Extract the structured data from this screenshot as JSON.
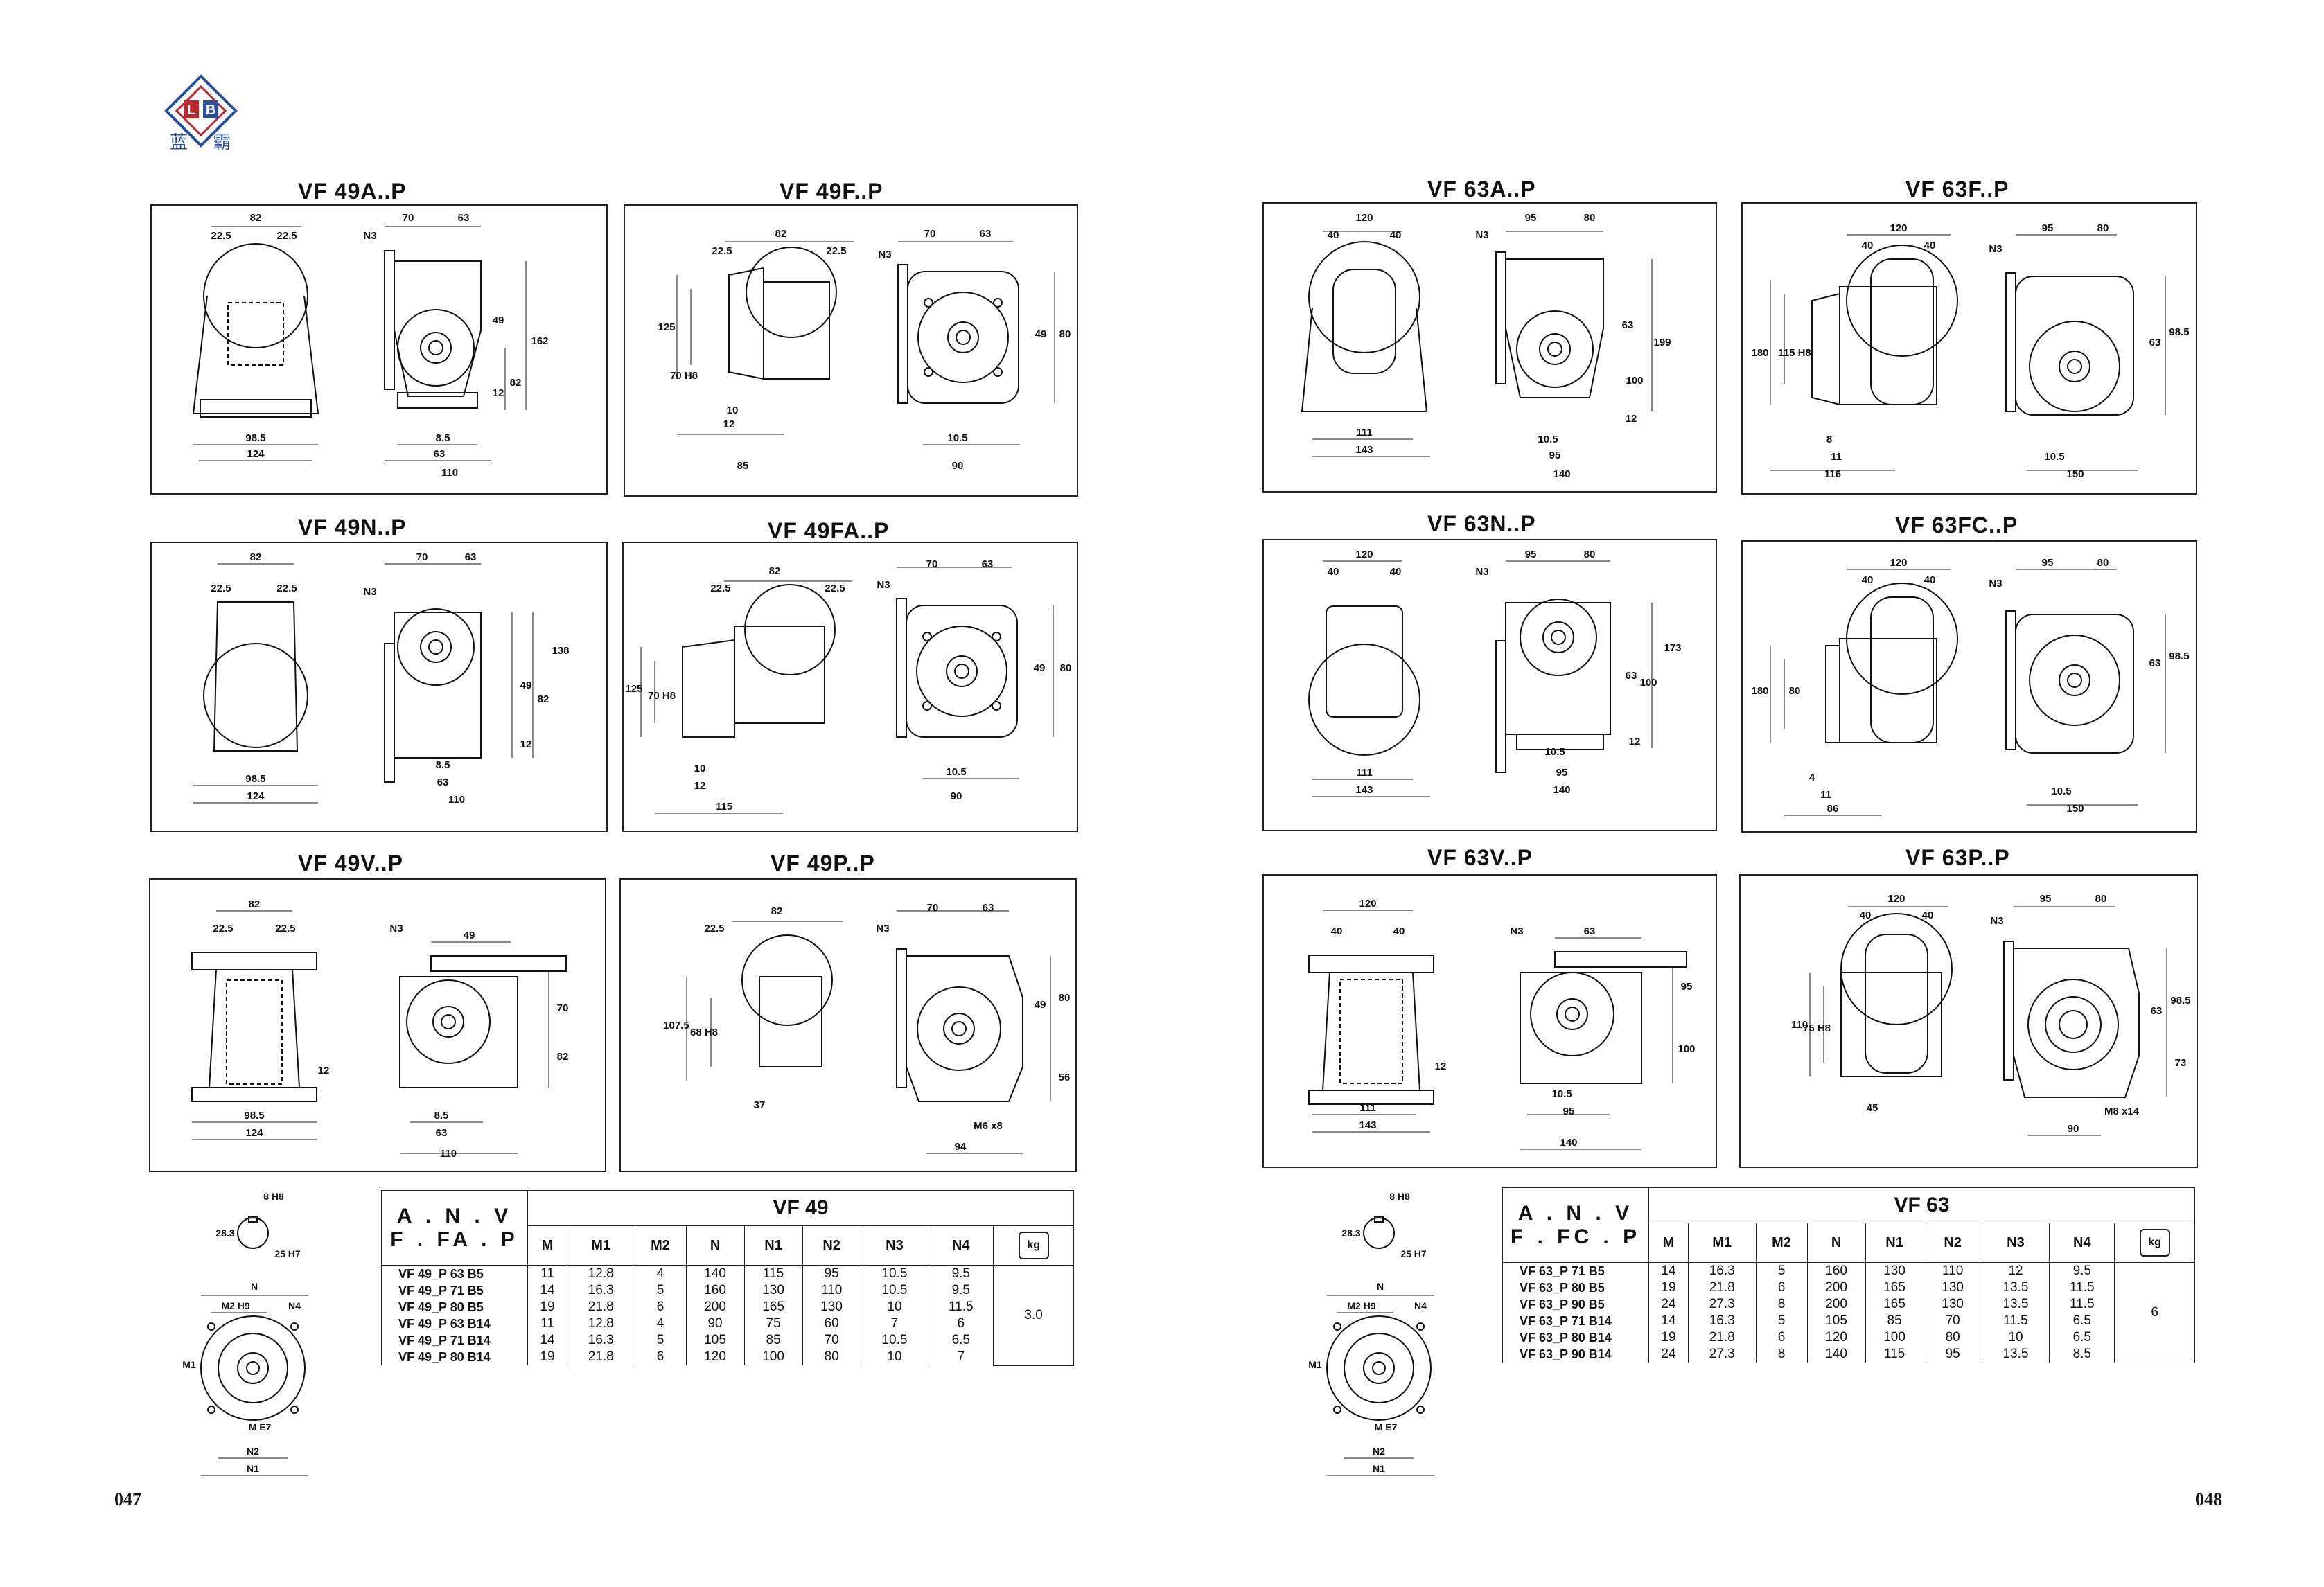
{
  "brand": {
    "logo_text": "蓝 霸",
    "logo_letters": "L B"
  },
  "left_page": {
    "page_number": "047",
    "views": [
      {
        "title": "VF 49A..P",
        "dims": [
          "82",
          "22.5",
          "22.5",
          "70",
          "63",
          "N3",
          "49",
          "162",
          "12",
          "82",
          "98.5",
          "124",
          "8.5",
          "63",
          "110"
        ]
      },
      {
        "title": "VF 49F..P",
        "dims": [
          "22.5",
          "82",
          "22.5",
          "N3",
          "70",
          "63",
          "49",
          "80",
          "125",
          "70 H8",
          "10",
          "12",
          "85",
          "10.5",
          "90"
        ]
      },
      {
        "title": "VF 49N..P",
        "dims": [
          "82",
          "22.5",
          "22.5",
          "N3",
          "70",
          "63",
          "49",
          "82",
          "138",
          "12",
          "98.5",
          "124",
          "8.5",
          "63",
          "110"
        ]
      },
      {
        "title": "VF 49FA..P",
        "dims": [
          "22.5",
          "82",
          "22.5",
          "N3",
          "70",
          "63",
          "49",
          "80",
          "125",
          "70 H8",
          "10",
          "12",
          "115",
          "10.5",
          "90"
        ]
      },
      {
        "title": "VF 49V..P",
        "dims": [
          "82",
          "22.5",
          "22.5",
          "N3",
          "49",
          "70",
          "82",
          "12",
          "98.5",
          "124",
          "8.5",
          "63",
          "110"
        ]
      },
      {
        "title": "VF 49P..P",
        "dims": [
          "22.5",
          "82",
          "N3",
          "70",
          "63",
          "49",
          "80",
          "107.5",
          "68 H8",
          "37",
          "56",
          "M6 x8",
          "94"
        ]
      }
    ],
    "shaft": {
      "key": "8 H8",
      "height": "28.3",
      "bore": "25 H7",
      "N": "N",
      "M2": "M2 H9",
      "N4": "N4",
      "M1": "M1",
      "M": "M E7",
      "N2": "N2",
      "N1": "N1"
    },
    "table": {
      "header_label": "A . N . V\nF . FA . P",
      "model": "VF 49",
      "columns": [
        "M",
        "M1",
        "M2",
        "N",
        "N1",
        "N2",
        "N3",
        "N4"
      ],
      "weight_icon": "kg",
      "weight": "3.0",
      "rows": [
        [
          "VF 49_P 63 B5",
          "11",
          "12.8",
          "4",
          "140",
          "115",
          "95",
          "10.5",
          "9.5"
        ],
        [
          "VF 49_P 71 B5",
          "14",
          "16.3",
          "5",
          "160",
          "130",
          "110",
          "10.5",
          "9.5"
        ],
        [
          "VF 49_P 80 B5",
          "19",
          "21.8",
          "6",
          "200",
          "165",
          "130",
          "10",
          "11.5"
        ],
        [
          "VF 49_P 63 B14",
          "11",
          "12.8",
          "4",
          "90",
          "75",
          "60",
          "7",
          "6"
        ],
        [
          "VF 49_P 71 B14",
          "14",
          "16.3",
          "5",
          "105",
          "85",
          "70",
          "10.5",
          "6.5"
        ],
        [
          "VF 49_P 80 B14",
          "19",
          "21.8",
          "6",
          "120",
          "100",
          "80",
          "10",
          "7"
        ]
      ]
    }
  },
  "right_page": {
    "page_number": "048",
    "views": [
      {
        "title": "VF 63A..P",
        "dims": [
          "120",
          "40",
          "40",
          "N3",
          "95",
          "80",
          "63",
          "199",
          "100",
          "12",
          "111",
          "143",
          "10.5",
          "95",
          "140"
        ]
      },
      {
        "title": "VF 63F..P",
        "dims": [
          "120",
          "40",
          "40",
          "N3",
          "95",
          "80",
          "63",
          "98.5",
          "180",
          "115 H8",
          "8",
          "11",
          "116",
          "10.5",
          "150"
        ]
      },
      {
        "title": "VF 63N..P",
        "dims": [
          "120",
          "40",
          "40",
          "N3",
          "95",
          "80",
          "63",
          "100",
          "173",
          "12",
          "111",
          "143",
          "10.5",
          "95",
          "140"
        ]
      },
      {
        "title": "VF 63FC..P",
        "dims": [
          "120",
          "40",
          "40",
          "N3",
          "95",
          "80",
          "63",
          "98.5",
          "180",
          "80",
          "4",
          "11",
          "86",
          "10.5",
          "150"
        ]
      },
      {
        "title": "VF 63V..P",
        "dims": [
          "120",
          "40",
          "40",
          "N3",
          "63",
          "95",
          "100",
          "12",
          "111",
          "143",
          "10.5",
          "95",
          "140"
        ]
      },
      {
        "title": "VF 63P..P",
        "dims": [
          "120",
          "40",
          "40",
          "N3",
          "95",
          "80",
          "63",
          "98.5",
          "73",
          "110",
          "75 H8",
          "45",
          "M8 x14",
          "90"
        ]
      }
    ],
    "shaft": {
      "key": "8 H8",
      "height": "28.3",
      "bore": "25 H7",
      "N": "N",
      "M2": "M2 H9",
      "N4": "N4",
      "M1": "M1",
      "M": "M E7",
      "N2": "N2",
      "N1": "N1"
    },
    "table": {
      "header_label": "A . N . V\nF . FC . P",
      "model": "VF 63",
      "columns": [
        "M",
        "M1",
        "M2",
        "N",
        "N1",
        "N2",
        "N3",
        "N4"
      ],
      "weight_icon": "kg",
      "weight": "6",
      "rows": [
        [
          "VF 63_P 71 B5",
          "14",
          "16.3",
          "5",
          "160",
          "130",
          "110",
          "12",
          "9.5"
        ],
        [
          "VF 63_P 80 B5",
          "19",
          "21.8",
          "6",
          "200",
          "165",
          "130",
          "13.5",
          "11.5"
        ],
        [
          "VF 63_P 90 B5",
          "24",
          "27.3",
          "8",
          "200",
          "165",
          "130",
          "13.5",
          "11.5"
        ],
        [
          "VF 63_P 71 B14",
          "14",
          "16.3",
          "5",
          "105",
          "85",
          "70",
          "11.5",
          "6.5"
        ],
        [
          "VF 63_P 80 B14",
          "19",
          "21.8",
          "6",
          "120",
          "100",
          "80",
          "10",
          "6.5"
        ],
        [
          "VF 63_P 90 B14",
          "24",
          "27.3",
          "8",
          "140",
          "115",
          "95",
          "13.5",
          "8.5"
        ]
      ]
    }
  }
}
